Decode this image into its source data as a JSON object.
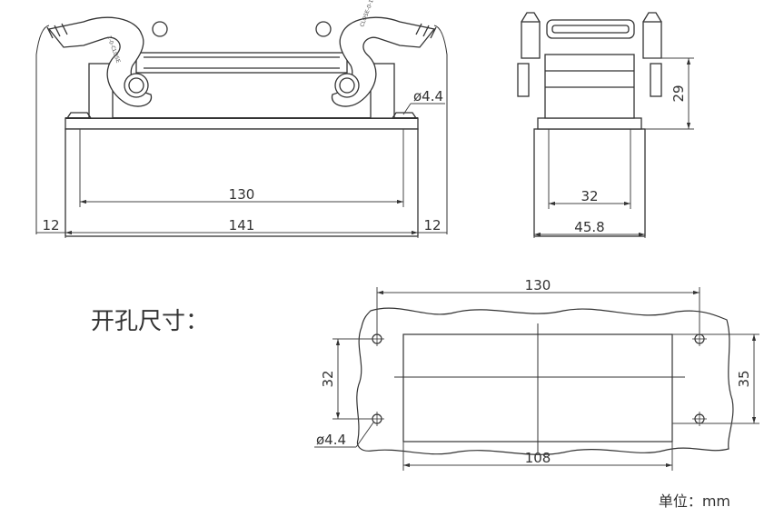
{
  "front_view": {
    "dim_cutout": "130",
    "dim_overall": "141",
    "dim_left": "12",
    "dim_right": "12",
    "hole": "ø4.4",
    "latch_mark_left": "1-0-CLOSE",
    "latch_mark_right": "CLOSE-0-1"
  },
  "side_view": {
    "dim_height": "29",
    "dim_inner": "32",
    "dim_width": "45.8"
  },
  "cutout": {
    "heading": "开孔尺寸：",
    "dim_top": "130",
    "dim_bottom": "108",
    "dim_left": "32",
    "dim_right": "35",
    "hole": "ø4.4"
  },
  "unit_label": "单位：mm",
  "colors": {
    "line": "#333333",
    "dim_line": "#444444",
    "background": "#ffffff"
  }
}
